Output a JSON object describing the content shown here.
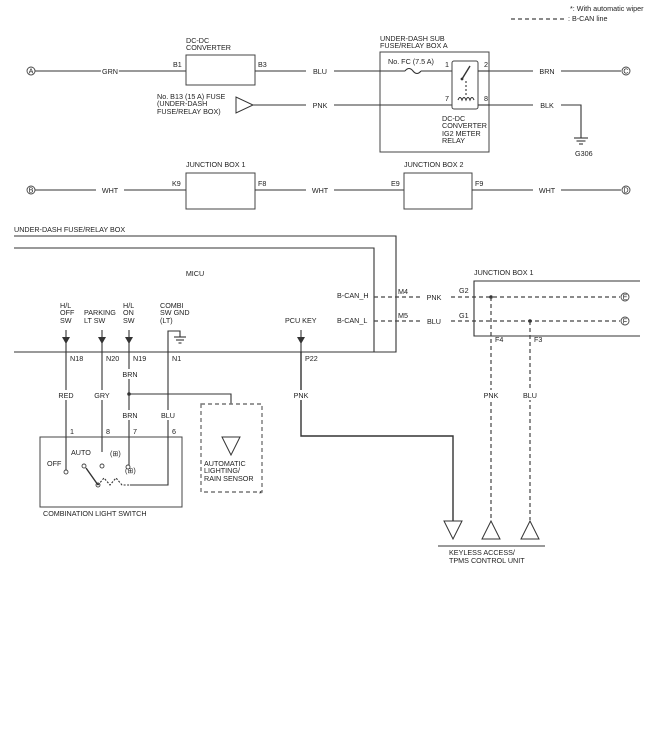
{
  "legend": {
    "note1": "*: With automatic wiper",
    "note2": ": B-CAN line"
  },
  "terminals": {
    "a": "A",
    "b": "B",
    "c": "C",
    "d": "D",
    "e": "E",
    "f": "F"
  },
  "wires": {
    "grn": "GRN",
    "blu": "BLU",
    "brn": "BRN",
    "pnk": "PNK",
    "blk": "BLK",
    "wht": "WHT",
    "red": "RED",
    "gry": "GRY"
  },
  "dcdc": {
    "title1": "DC-DC",
    "title2": "CONVERTER",
    "pin_in": "B1",
    "pin_out": "B3"
  },
  "fuse_b13": {
    "line1": "No. B13 (15 A) FUSE",
    "line2": "(UNDER-DASH",
    "line3": "FUSE/RELAY BOX)"
  },
  "sub_box": {
    "title1": "UNDER-DASH SUB",
    "title2": "FUSE/RELAY BOX A",
    "fuse": "No. FC (7.5 A)",
    "pin1": "1",
    "pin2": "2",
    "pin7": "7",
    "pin8": "8",
    "relay1": "DC-DC",
    "relay2": "CONVERTER",
    "relay3": "IG2 METER",
    "relay4": "RELAY"
  },
  "ground": "G306",
  "jb1_top": {
    "title": "JUNCTION BOX 1",
    "pin_in": "K9",
    "pin_out": "F8"
  },
  "jb2_top": {
    "title": "JUNCTION BOX 2",
    "pin_in": "E9",
    "pin_out": "F9"
  },
  "udfb": {
    "title": "UNDER-DASH FUSE/RELAY BOX",
    "micu": "MICU"
  },
  "micu_inputs": {
    "hl_off": [
      "H/L",
      "OFF",
      "SW"
    ],
    "parking": [
      "PARKING",
      "LT SW"
    ],
    "hl_on": [
      "H/L",
      "ON",
      "SW"
    ],
    "combi_gnd": [
      "COMBI",
      "SW GND",
      "(LT)"
    ],
    "pcu_key": "PCU KEY"
  },
  "micu_pins": {
    "n18": "N18",
    "n20": "N20",
    "n19": "N19",
    "n1": "N1",
    "p22": "P22",
    "m4": "M4",
    "m5": "M5"
  },
  "can": {
    "h": "B-CAN_H",
    "l": "B-CAN_L"
  },
  "jb1_right": {
    "title": "JUNCTION BOX 1",
    "g2": "G2",
    "g1": "G1",
    "f4": "F4",
    "f3": "F3"
  },
  "cls": {
    "pin1": "1",
    "pin8": "8",
    "pin7": "7",
    "pin6": "6",
    "auto": "AUTO",
    "off": "OFF",
    "sym1": "(⊞)",
    "sym2": "(⊞)",
    "title": "COMBINATION LIGHT SWITCH"
  },
  "sensor": {
    "line1": "AUTOMATIC",
    "line2": "LIGHTING/",
    "line3": "RAIN SENSOR",
    "star": "*"
  },
  "keyless": {
    "line1": "KEYLESS ACCESS/",
    "line2": "TPMS CONTROL UNIT"
  }
}
